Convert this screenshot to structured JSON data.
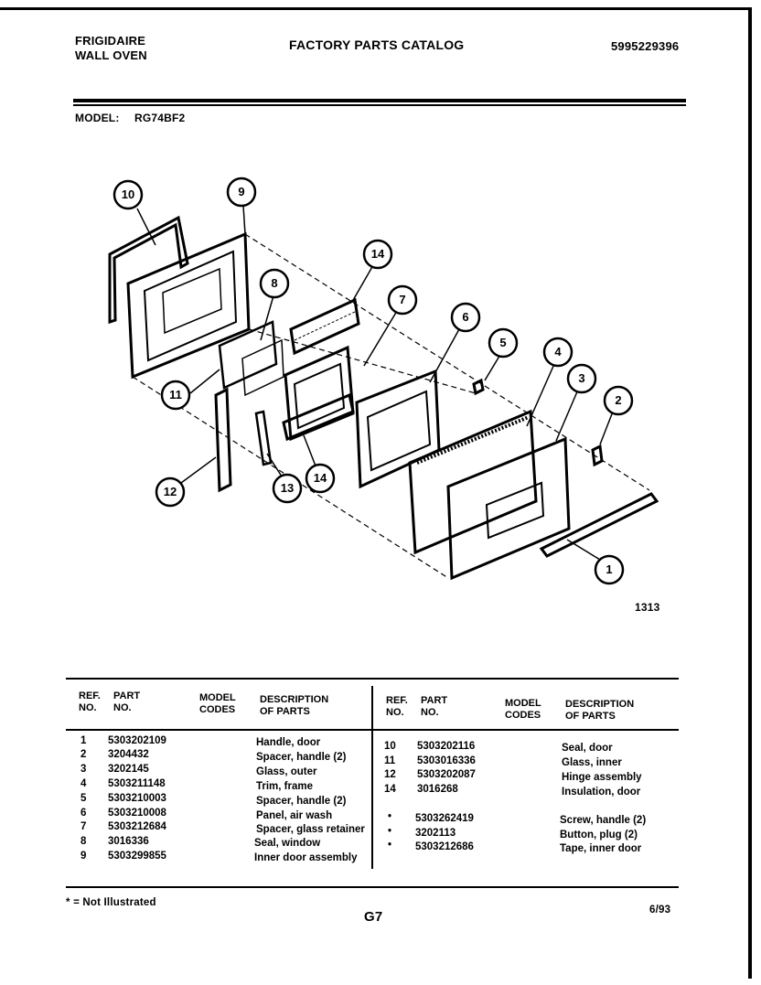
{
  "header": {
    "brand_line1": "FRIGIDAIRE",
    "brand_line2": "WALL OVEN",
    "catalog_title": "FACTORY PARTS CATALOG",
    "catalog_number": "5995229396",
    "model_label": "MODEL:",
    "model_value": "RG74BF2"
  },
  "diagram": {
    "drawing_number": "1313",
    "callouts": [
      "10",
      "9",
      "8",
      "14",
      "7",
      "6",
      "5",
      "4",
      "3",
      "2",
      "11",
      "12",
      "13",
      "14",
      "1"
    ]
  },
  "table": {
    "headers": {
      "ref_no": [
        "REF.",
        "NO."
      ],
      "part_no": [
        "PART",
        "NO."
      ],
      "model_codes": [
        "MODEL",
        "CODES"
      ],
      "description": [
        "DESCRIPTION",
        "OF PARTS"
      ],
      "ref_no_right": [
        "REF.",
        "NO."
      ],
      "part_no_right": [
        "PART",
        "NO."
      ],
      "model_codes_right": [
        "MODEL",
        "CODES"
      ],
      "description_right": [
        "DESCRIPTION",
        "OF PARTS"
      ]
    },
    "left_rows": [
      {
        "ref": "1",
        "part": "5303202109",
        "desc": "Handle, door"
      },
      {
        "ref": "2",
        "part": "3204432",
        "desc": "Spacer, handle (2)"
      },
      {
        "ref": "3",
        "part": "3202145",
        "desc": "Glass, outer"
      },
      {
        "ref": "4",
        "part": "5303211148",
        "desc": "Trim, frame"
      },
      {
        "ref": "5",
        "part": "5303210003",
        "desc": "Spacer, handle (2)"
      },
      {
        "ref": "6",
        "part": "5303210008",
        "desc": "Panel, air wash"
      },
      {
        "ref": "7",
        "part": "5303212684",
        "desc": "Spacer, glass retainer"
      },
      {
        "ref": "8",
        "part": "3016336",
        "desc": "Seal, window"
      },
      {
        "ref": "9",
        "part": "5303299855",
        "desc": "Inner door assembly"
      }
    ],
    "right_rows": [
      {
        "ref": "10",
        "part": "5303202116",
        "desc": "Seal, door"
      },
      {
        "ref": "11",
        "part": "5303016336",
        "desc": "Glass, inner"
      },
      {
        "ref": "12",
        "part": "5303202087",
        "desc": "Hinge assembly"
      },
      {
        "ref": "14",
        "part": "3016268",
        "desc": "Insulation, door"
      }
    ],
    "right_extra_rows": [
      {
        "ref": "•",
        "part": "5303262419",
        "desc": "Screw, handle (2)"
      },
      {
        "ref": "•",
        "part": "3202113",
        "desc": "Button, plug (2)"
      },
      {
        "ref": "•",
        "part": "5303212686",
        "desc": "Tape, inner door"
      }
    ]
  },
  "footer": {
    "note": "* = Not Illustrated",
    "page_code": "G7",
    "date": "6/93"
  }
}
